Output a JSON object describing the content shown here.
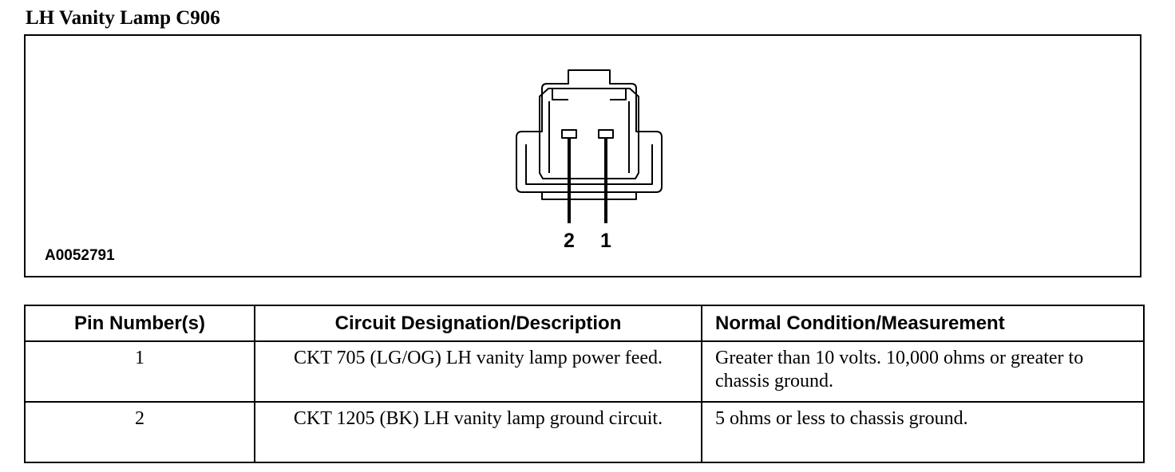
{
  "title": "LH Vanity Lamp C906",
  "figure_id": "A0052791",
  "connector": {
    "pin_labels": [
      "2",
      "1"
    ]
  },
  "table": {
    "headers": [
      "Pin Number(s)",
      "Circuit Designation/Description",
      "Normal Condition/Measurement"
    ],
    "rows": [
      {
        "pin": "1",
        "description": "CKT 705 (LG/OG) LH vanity lamp power feed.",
        "measurement": "Greater than 10 volts. 10,000 ohms or greater to chassis ground."
      },
      {
        "pin": "2",
        "description": "CKT 1205 (BK) LH vanity lamp ground circuit.",
        "measurement": "5 ohms or less to chassis ground."
      }
    ]
  }
}
